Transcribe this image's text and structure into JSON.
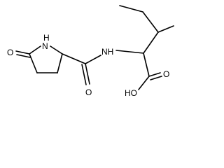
{
  "structure": {
    "atoms": {
      "ring_carbonyl_oxygen": "O",
      "ring_nitrogen": "N",
      "ring_nitrogen_hydrogen": "H",
      "amide_nitrogen": "NH",
      "amide_oxygen": "O",
      "acid_carbonyl_oxygen": "O",
      "acid_hydroxyl": "HO"
    }
  }
}
